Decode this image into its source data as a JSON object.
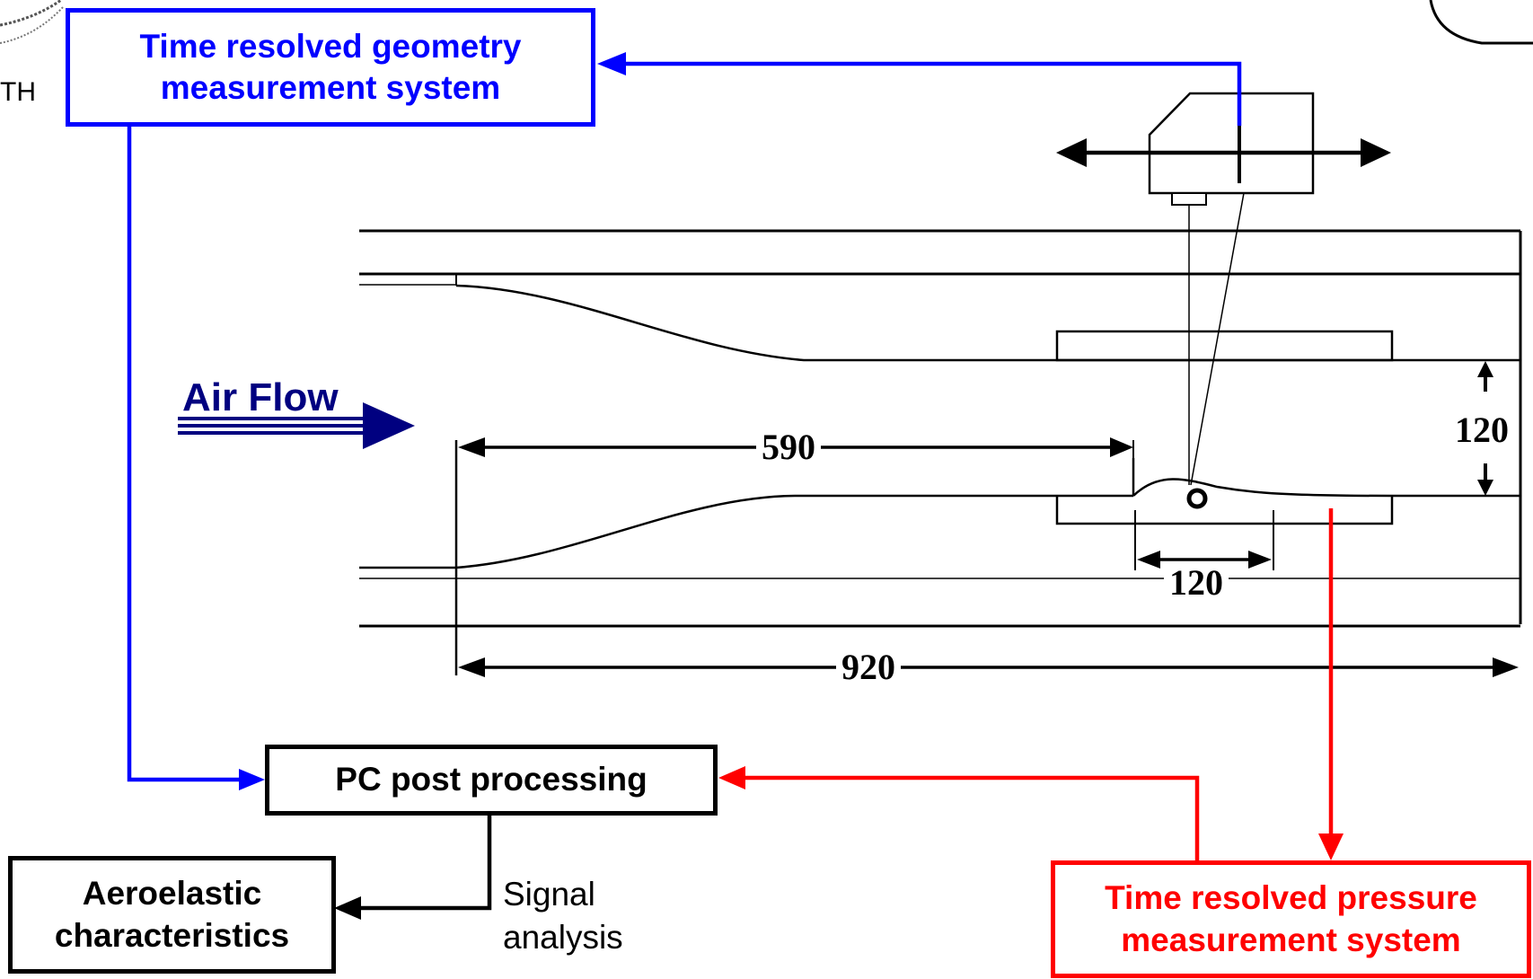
{
  "boxes": {
    "geometry": [
      "Time resolved geometry",
      "measurement system"
    ],
    "pc": "PC post processing",
    "aeroelastic": [
      "Aeroelastic",
      "characteristics"
    ],
    "pressure": [
      "Time resolved pressure",
      "measurement system"
    ]
  },
  "labels": {
    "air_flow": "Air Flow",
    "signal_analysis": [
      "Signal",
      "analysis"
    ],
    "logo_fragment": "TH"
  },
  "dimensions": {
    "length_to_model": "590",
    "model_length": "120",
    "channel_height": "120",
    "total_length": "920"
  },
  "colors": {
    "geometry_line": "#0000ff",
    "pressure_line": "#ff0000",
    "air_flow": "#000080",
    "outline": "#000000"
  }
}
